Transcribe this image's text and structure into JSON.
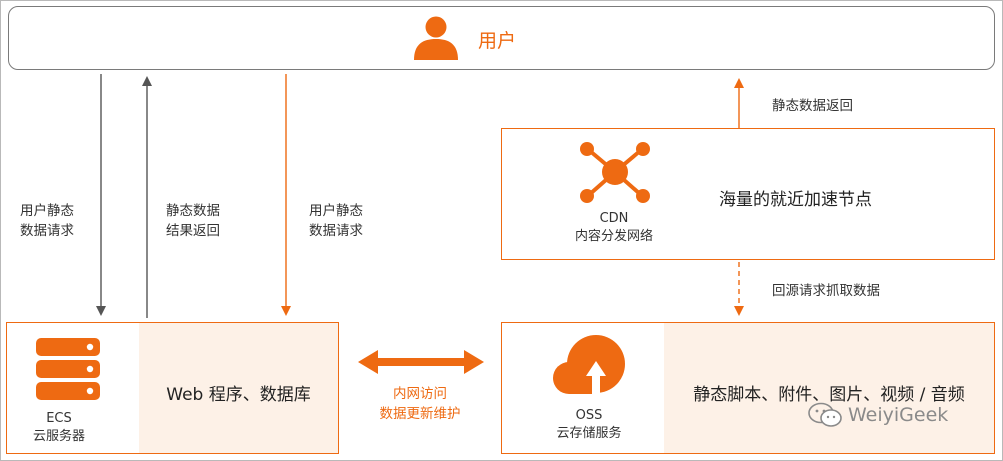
{
  "colors": {
    "accent": "#ee6a12",
    "accent_fill": "#fdf1e7",
    "gray_line": "#555555"
  },
  "user": {
    "label": "用户",
    "icon": "user-icon"
  },
  "cdn": {
    "icon": "network-hub-icon",
    "name_line1": "CDN",
    "name_line2": "内容分发网络",
    "title": "海量的就近加速节点"
  },
  "ecs": {
    "icon": "server-stack-icon",
    "name_line1": "ECS",
    "name_line2": "云服务器",
    "title": "Web 程序、数据库"
  },
  "oss": {
    "icon": "cloud-upload-icon",
    "name_line1": "OSS",
    "name_line2": "云存储服务",
    "title": "静态脚本、附件、图片、视频 / 音频"
  },
  "flows": {
    "user_to_ecs": [
      "用户静态",
      "数据请求"
    ],
    "ecs_to_user": [
      "静态数据",
      "结果返回"
    ],
    "user_to_ecs_orange": [
      "用户静态",
      "数据请求"
    ],
    "cdn_to_user": "静态数据返回",
    "oss_to_cdn": "回源请求抓取数据",
    "ecs_oss": [
      "内网访问",
      "数据更新维护"
    ]
  },
  "watermark": {
    "text": "WeiyiGeek",
    "icon": "wechat-icon"
  }
}
